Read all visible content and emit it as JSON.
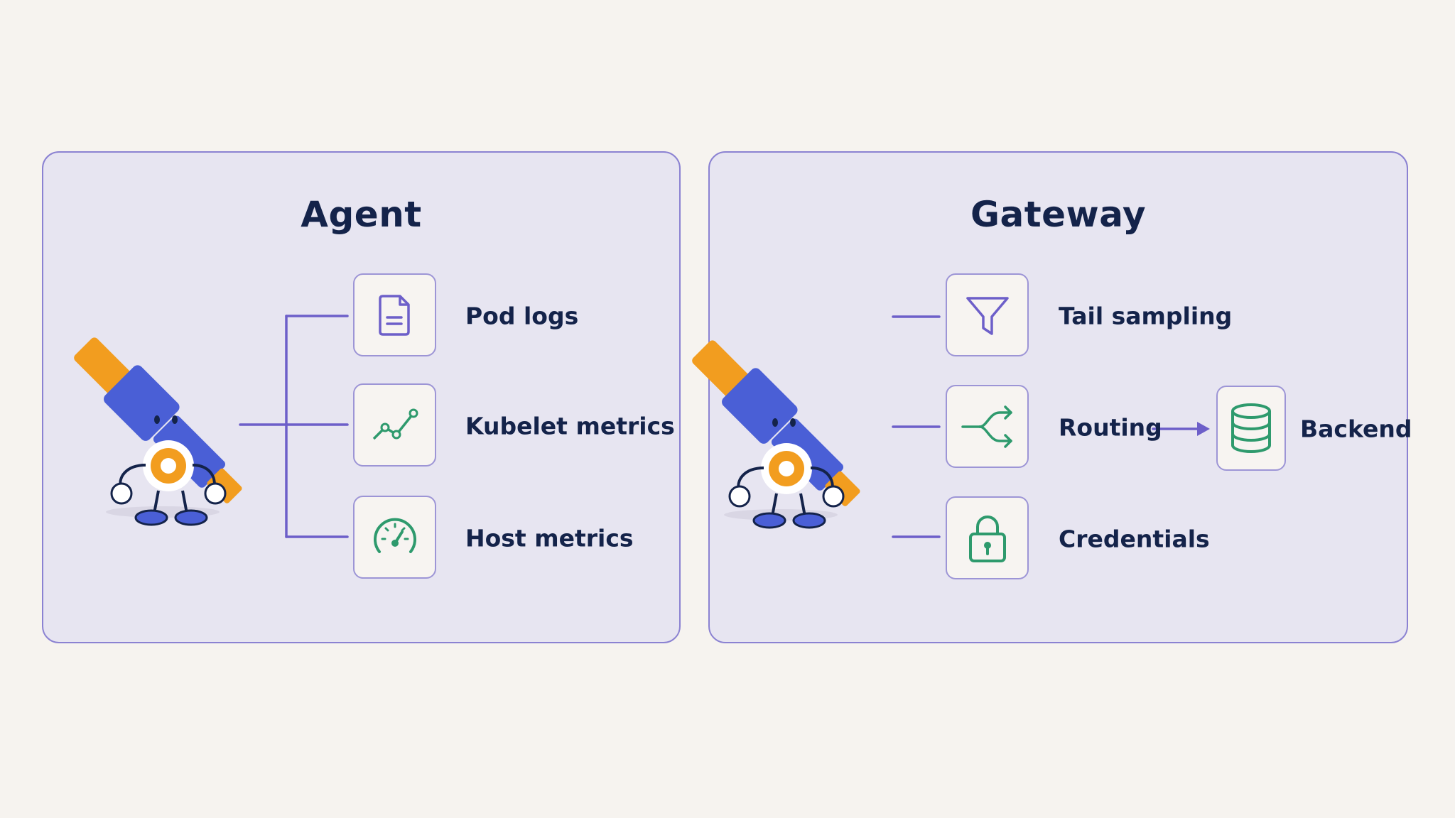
{
  "agent": {
    "title": "Agent",
    "items": [
      {
        "label": "Pod logs",
        "icon": "document-icon"
      },
      {
        "label": "Kubelet metrics",
        "icon": "line-chart-icon"
      },
      {
        "label": "Host metrics",
        "icon": "gauge-icon"
      }
    ]
  },
  "gateway": {
    "title": "Gateway",
    "items": [
      {
        "label": "Tail sampling",
        "icon": "funnel-icon"
      },
      {
        "label": "Routing",
        "icon": "routing-arrows-icon"
      },
      {
        "label": "Credentials",
        "icon": "lock-icon"
      }
    ],
    "backend": {
      "label": "Backend",
      "icon": "database-icon"
    }
  },
  "colors": {
    "background": "#f6f3ef",
    "panel_fill": "#e7e5f1",
    "panel_border": "#8b82d2",
    "connector": "#6d5fc9",
    "title_text": "#14234a",
    "icon_purple": "#6d5fc9",
    "icon_green": "#2e9a6d",
    "mascot_blue": "#4a5fd6",
    "mascot_orange": "#f29d1f"
  }
}
